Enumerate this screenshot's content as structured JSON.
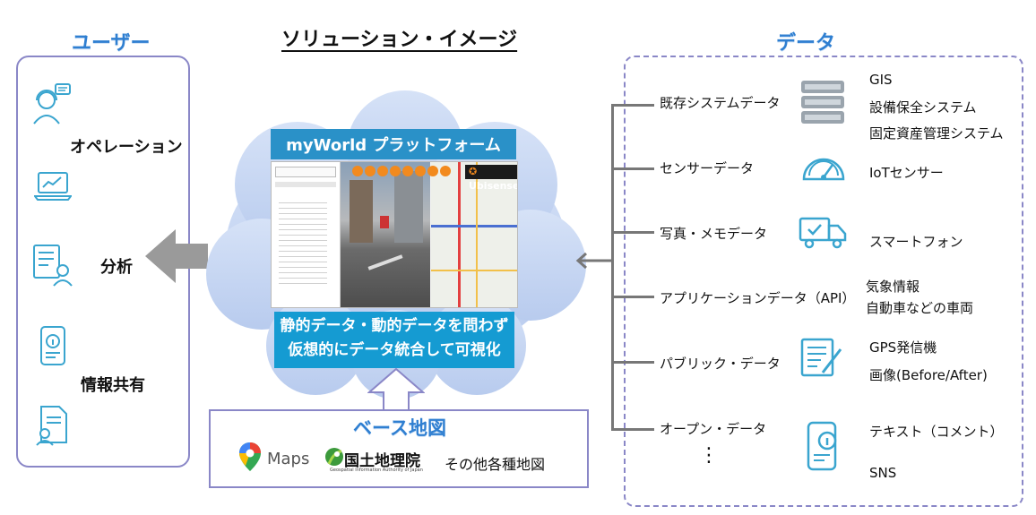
{
  "headers": {
    "users": "ユーザー",
    "solution": "ソリューション・イメージ",
    "data": "データ"
  },
  "users": {
    "items": [
      "オペレーション",
      "分析",
      "情報共有"
    ]
  },
  "center": {
    "platform_title": "myWorld プラットフォーム",
    "caption_line1": "静的データ・動的データを問わず",
    "caption_line2": "仮想的にデータ統合して可視化",
    "screenshot": {
      "brand": "Ubisense"
    }
  },
  "base_map": {
    "title": "ベース地図",
    "maps_label": "Maps",
    "gsi_label": "国土地理院",
    "gsi_sub": "Geospatial Information Authority of Japan",
    "other": "その他各種地図"
  },
  "data": {
    "categories": [
      "既存システムデータ",
      "センサーデータ",
      "写真・メモデータ",
      "アプリケーションデータ（API）",
      "パブリック・データ",
      "オープン・データ"
    ],
    "more": "⋮",
    "examples": {
      "gis": "GIS",
      "maint": "設備保全システム",
      "asset": "固定資産管理システム",
      "iot": "IoTセンサー",
      "phone": "スマートフォン",
      "weather": "気象情報",
      "car": "自動車などの車両",
      "gps": "GPS発信機",
      "image": "画像(Before/After)",
      "text": "テキスト（コメント）",
      "sns": "SNS"
    }
  },
  "colors": {
    "accent_blue": "#2f7fd1",
    "box_border": "#8a87c7",
    "platform_blue": "#2a91c8",
    "caption_blue": "#159bd2"
  }
}
